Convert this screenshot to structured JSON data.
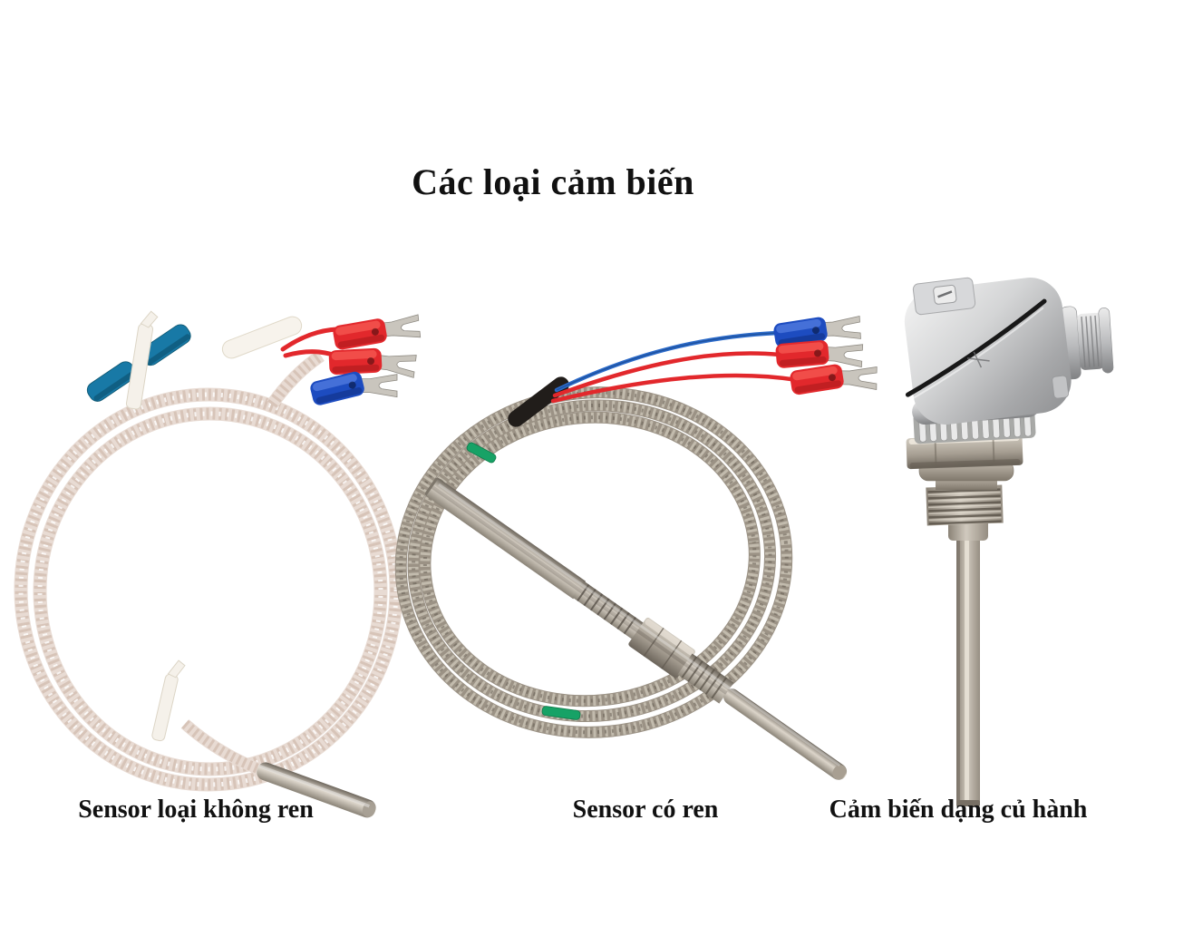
{
  "title": "Các loại cảm biến",
  "sensors": [
    {
      "id": "sensor-khong-ren",
      "label": "Sensor loại không ren"
    },
    {
      "id": "sensor-co-ren",
      "label": "Sensor có ren"
    },
    {
      "id": "cam-bien-cu-hanh",
      "label": "Cảm biến dạng củ hành"
    }
  ],
  "colors": {
    "background": "#ffffff",
    "title_text": "#111111",
    "terminal_red": "#e2282c",
    "terminal_blue": "#1d4cc0",
    "wire_blue": "#2b6ac9",
    "sleeve_teal": "#1879a6",
    "tie_green": "#17a266",
    "braid_pale": "#e8dbd3",
    "braid_steel": "#9b9285",
    "probe_metal": "#b2aa9e"
  }
}
